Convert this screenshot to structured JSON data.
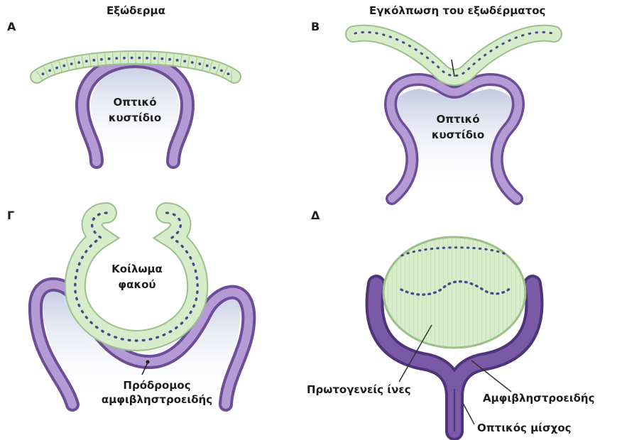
{
  "panels": {
    "a": {
      "letter": "Α",
      "title": "Εξώδερμα",
      "vesicle_line1": "Οπτικό",
      "vesicle_line2": "κυστίδιο"
    },
    "b": {
      "letter": "Β",
      "title": "Εγκόλπωση του εξωδέρματος",
      "vesicle_line1": "Οπτικό",
      "vesicle_line2": "κυστίδιο"
    },
    "c": {
      "letter": "Γ",
      "cavity_line1": "Κοίλωμα",
      "cavity_line2": "φακού",
      "retina_line1": "Πρόδρομος",
      "retina_line2": "αμφιβληστροειδής"
    },
    "d": {
      "letter": "Δ",
      "fibers": "Πρωτογενείς ίνες",
      "retina": "Αμφιβληστροειδής",
      "stalk": "Οπτικός μίσχος"
    }
  },
  "colors": {
    "ectoderm_fill": "#d6eccb",
    "ectoderm_stroke": "#9cc08a",
    "nucleus": "#3d4f86",
    "optic_purple": "#9a7cc2",
    "optic_purple_dark": "#6d4d96",
    "shadow_blue": "#c9d0e6"
  }
}
